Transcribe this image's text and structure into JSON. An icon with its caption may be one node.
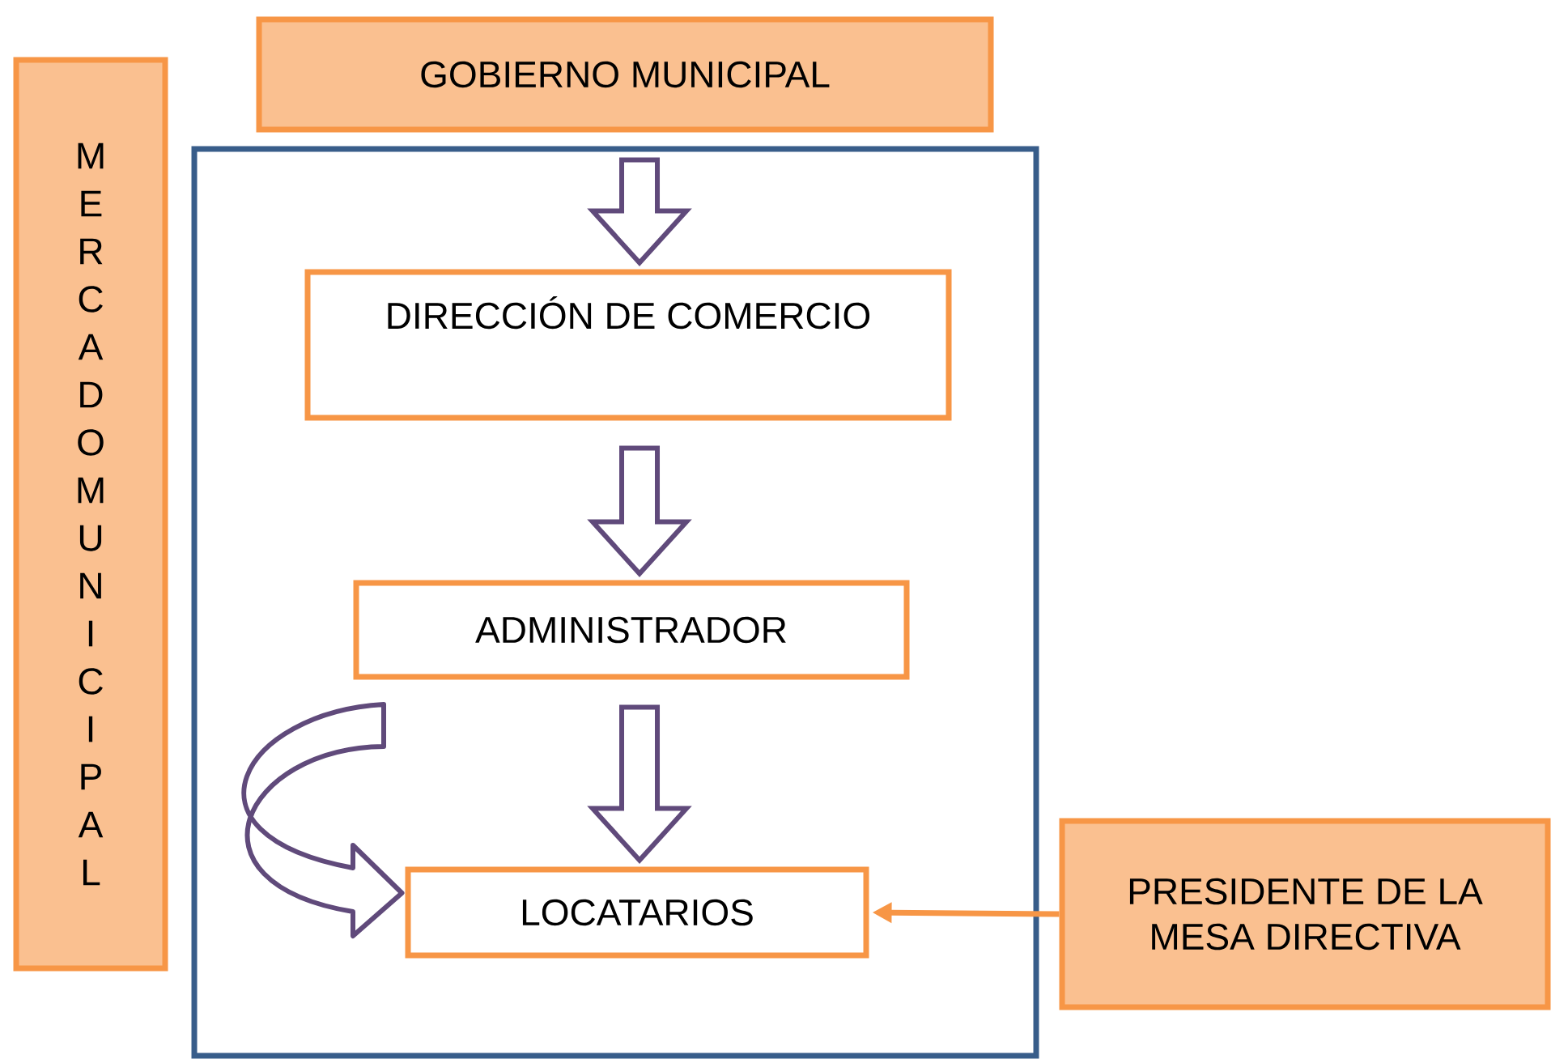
{
  "diagram": {
    "nodes": [
      {
        "text": [
          "MERCADO MUNICIPAL"
        ]
      },
      {
        "text": [
          "GOBIERNO MUNICIPAL"
        ]
      },
      {
        "text": [],
        "shape": "box"
      },
      {
        "text": [
          "DIRECCIÓN DE COMERCIO"
        ],
        "in": 2
      },
      {
        "text": [
          "ADMINISTRADOR"
        ],
        "in": 2
      },
      {
        "text": [
          "LOCATARIOS"
        ],
        "in": 2
      },
      {
        "text": [
          "PRESIDENTE DE LA MESA DIRECTIVA"
        ]
      }
    ],
    "edges": [
      {
        "from": 1,
        "to": 3,
        "arrow": "to"
      },
      {
        "from": 3,
        "to": 4,
        "arrow": "to"
      },
      {
        "from": 4,
        "to": 5,
        "arrow": "to"
      },
      {
        "from": null,
        "to": 5,
        "arrow": "to"
      },
      {
        "from": 6,
        "to": 5,
        "arrow": "to",
        "color": "#f79646"
      }
    ]
  }
}
